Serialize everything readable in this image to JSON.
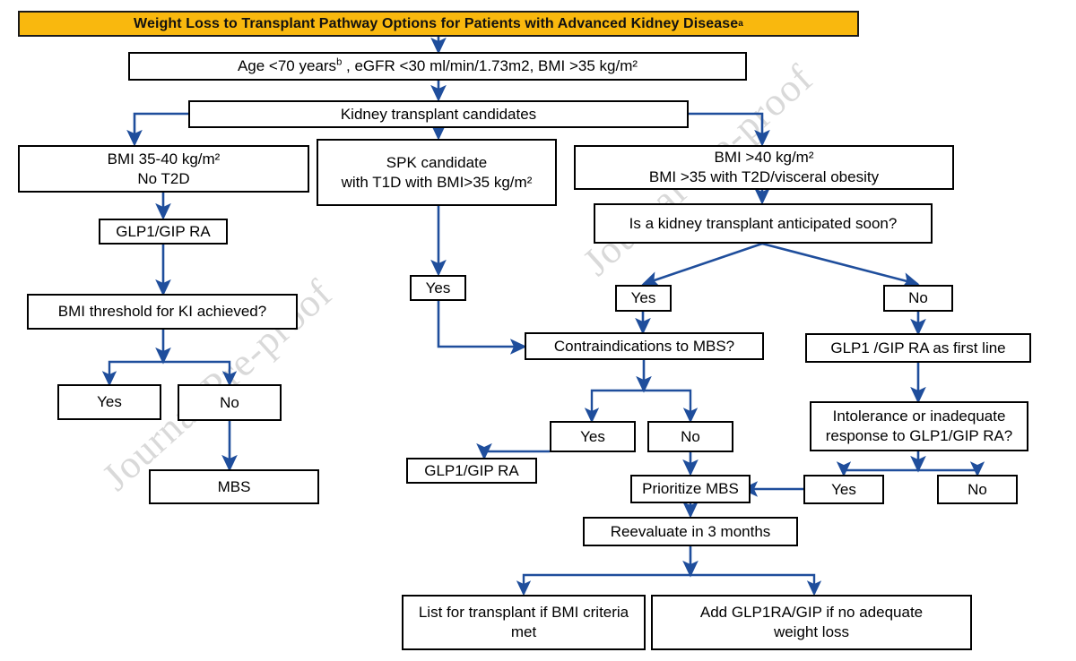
{
  "title": {
    "text": "Weight Loss to Transplant Pathway Options for Patients with Advanced Kidney Disease",
    "superscript": "a",
    "bg_color": "#F9B80E",
    "border_color": "#1a1a1a"
  },
  "watermark": {
    "text": "Journal Pre-proof"
  },
  "colors": {
    "arrow": "#1F4E9C",
    "box_border": "#000000",
    "box_fill": "#FFFFFF"
  },
  "nodes": {
    "criteria": {
      "line1": "Age <70 years",
      "sup": "b",
      "line1b": " , eGFR <30 ml/min/1.73m2, BMI >35 kg/m²"
    },
    "candidates": {
      "label": "Kidney transplant candidates"
    },
    "bmi3540": {
      "line1": "BMI 35-40 kg/m²",
      "line2": "No T2D"
    },
    "spk": {
      "line1": "SPK candidate",
      "line2": "with T1D with BMI>35 kg/m²"
    },
    "bmi40": {
      "line1": "BMI >40 kg/m²",
      "line2": "BMI >35 with T2D/visceral obesity"
    },
    "glp_left": {
      "label": "GLP1/GIP RA"
    },
    "anticipated": {
      "label": "Is a kidney transplant anticipated soon?"
    },
    "yes_antic": {
      "label": "Yes"
    },
    "no_antic": {
      "label": "No"
    },
    "bmi_threshold": {
      "label": "BMI threshold for KI achieved?"
    },
    "yes_spk": {
      "label": "Yes"
    },
    "contraindic": {
      "label": "Contraindications to MBS?"
    },
    "glp_first_line": {
      "label": "GLP1 /GIP RA as first line"
    },
    "yes_thresh": {
      "label": "Yes"
    },
    "no_thresh": {
      "label": "No"
    },
    "yes_contra": {
      "label": "Yes"
    },
    "no_contra": {
      "label": "No"
    },
    "intolerance": {
      "line1": "Intolerance or inadequate",
      "line2": "response to GLP1/GIP RA?"
    },
    "glp_contra": {
      "label": "GLP1/GIP RA"
    },
    "mbs_left": {
      "label": "MBS"
    },
    "prioritize": {
      "label": "Prioritize MBS"
    },
    "yes_intol": {
      "label": "Yes"
    },
    "no_intol": {
      "label": "No"
    },
    "reevaluate": {
      "label": "Reevaluate in 3 months"
    },
    "list_transplant": {
      "line1": "List for transplant if BMI criteria",
      "line2": "met"
    },
    "add_glp": {
      "line1": "Add GLP1RA/GIP if no adequate",
      "line2": "weight loss"
    }
  },
  "chart_data": {
    "type": "diagram",
    "title": "Weight Loss to Transplant Pathway Options for Patients with Advanced Kidney Disease",
    "edges": [
      {
        "from": "criteria",
        "to": "candidates"
      },
      {
        "from": "candidates",
        "to": "bmi3540"
      },
      {
        "from": "candidates",
        "to": "spk"
      },
      {
        "from": "candidates",
        "to": "bmi40"
      },
      {
        "from": "bmi3540",
        "to": "glp_left"
      },
      {
        "from": "glp_left",
        "to": "bmi_threshold"
      },
      {
        "from": "bmi_threshold",
        "to": "yes_thresh"
      },
      {
        "from": "bmi_threshold",
        "to": "no_thresh"
      },
      {
        "from": "no_thresh",
        "to": "mbs_left"
      },
      {
        "from": "spk",
        "to": "yes_spk"
      },
      {
        "from": "yes_spk",
        "to": "contraindic"
      },
      {
        "from": "bmi40",
        "to": "anticipated"
      },
      {
        "from": "anticipated",
        "to": "yes_antic"
      },
      {
        "from": "anticipated",
        "to": "no_antic"
      },
      {
        "from": "yes_antic",
        "to": "contraindic"
      },
      {
        "from": "no_antic",
        "to": "glp_first_line"
      },
      {
        "from": "contraindic",
        "to": "yes_contra"
      },
      {
        "from": "contraindic",
        "to": "no_contra"
      },
      {
        "from": "yes_contra",
        "to": "glp_contra"
      },
      {
        "from": "no_contra",
        "to": "prioritize"
      },
      {
        "from": "glp_first_line",
        "to": "intolerance"
      },
      {
        "from": "intolerance",
        "to": "yes_intol"
      },
      {
        "from": "intolerance",
        "to": "no_intol"
      },
      {
        "from": "yes_intol",
        "to": "prioritize"
      },
      {
        "from": "prioritize",
        "to": "reevaluate"
      },
      {
        "from": "reevaluate",
        "to": "list_transplant"
      },
      {
        "from": "reevaluate",
        "to": "add_glp"
      }
    ]
  }
}
